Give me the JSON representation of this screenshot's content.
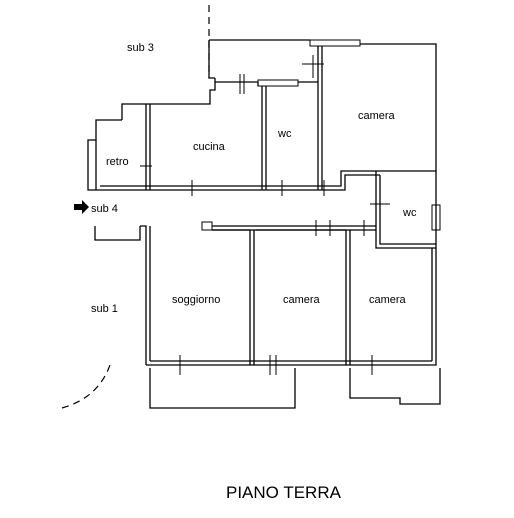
{
  "title": "PIANO TERRA",
  "rooms": {
    "camera_top": "camera",
    "cucina": "cucina",
    "wc_top": "wc",
    "retro": "retro",
    "wc_right": "wc",
    "soggiorno": "soggiorno",
    "camera_mid": "camera",
    "camera_right": "camera"
  },
  "units": {
    "sub3": "sub 3",
    "sub4": "sub 4",
    "sub1": "sub 1"
  },
  "icons": {
    "entrance": "arrow-right-icon"
  }
}
